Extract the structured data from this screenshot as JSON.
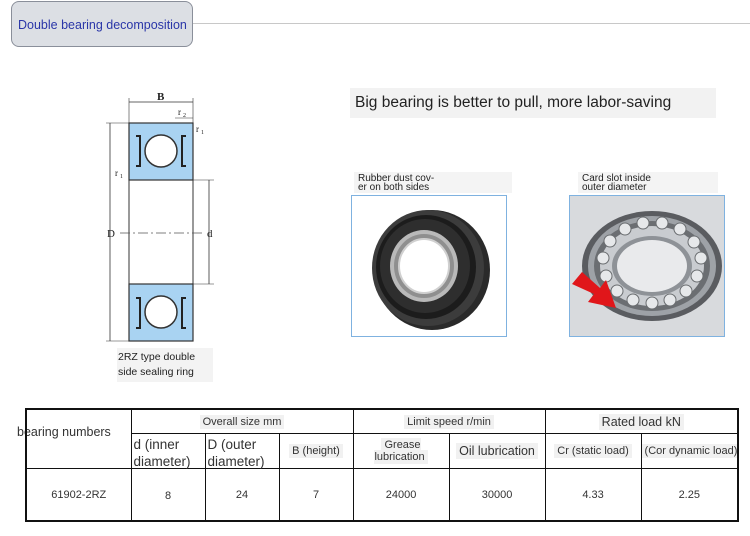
{
  "tab": {
    "label": "Double bearing decomposition"
  },
  "headline": "Big bearing is better to pull, more labor-saving",
  "drawing": {
    "labels": {
      "B": "B",
      "r2": "r",
      "r2sub": "2",
      "r1a": "r",
      "r1asub": "1",
      "r1b": "r",
      "r1bsub": "1",
      "D": "D",
      "d": "d"
    },
    "caption_line1": "2RZ type double",
    "caption_line2": "side sealing ring"
  },
  "photos": {
    "left_caption_line1": "Rubber dust cov-",
    "left_caption_line2": "er on both sides",
    "right_caption_line1": "Card slot inside",
    "right_caption_line2": "outer diameter"
  },
  "table": {
    "bearing_numbers": "bearing numbers",
    "overall_size": "Overall size mm",
    "limit_speed": "Limit speed r/min",
    "rated_load": "Rated load kN",
    "col_d": "d (inner diameter)",
    "col_D": "D (outer diameter)",
    "col_B": "B (height)",
    "col_grease": "Grease lubrication",
    "col_oil": "Oil lubrication",
    "col_cr": "Cr (static load)",
    "col_cor": "(Cor dynamic load)",
    "row": {
      "model": "61902-2RZ",
      "d": "8",
      "D": "24",
      "B": "7",
      "grease": "24000",
      "oil": "30000",
      "cr": "4.33",
      "cor": "2.25"
    }
  },
  "colors": {
    "tab_text": "#2a36a8",
    "seal_blue": "#a9d3f2",
    "arrow_red": "#e0161a"
  }
}
